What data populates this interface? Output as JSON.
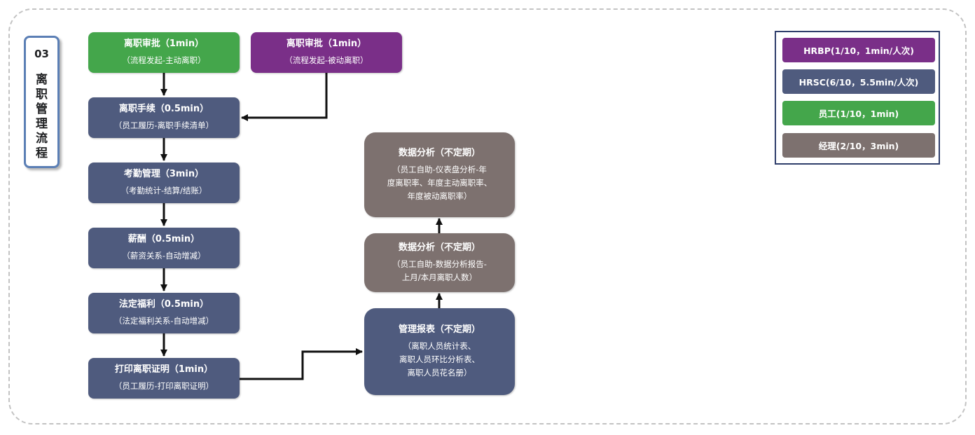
{
  "title_card": {
    "number": "03",
    "text": "离职管理流程"
  },
  "nodes": {
    "resign_initiated": {
      "title": "离职审批（1min）",
      "subtitle": "（流程发起-主动离职）"
    },
    "resign_passive": {
      "title": "离职审批（1min）",
      "subtitle": "（流程发起-被动离职）"
    },
    "procedures": {
      "title": "离职手续（0.5min）",
      "subtitle": "（员工履历-离职手续清单）"
    },
    "attendance": {
      "title": "考勤管理（3min）",
      "subtitle": "（考勤统计-结算/结账）"
    },
    "salary": {
      "title": "薪酬（0.5min）",
      "subtitle": "（薪资关系-自动增减）"
    },
    "welfare": {
      "title": "法定福利（0.5min）",
      "subtitle": "（法定福利关系-自动增减）"
    },
    "certificate": {
      "title": "打印离职证明（1min）",
      "subtitle": "（员工履历-打印离职证明）"
    },
    "report": {
      "title": "管理报表（不定期）",
      "lines": [
        "（离职人员统计表、",
        "离职人员环比分析表、",
        "离职人员花名册）"
      ]
    },
    "analysis_report": {
      "title": "数据分析（不定期）",
      "lines": [
        "（员工自助-数据分析报告-",
        "上月/本月离职人数）"
      ]
    },
    "analysis_dashboard": {
      "title": "数据分析（不定期）",
      "lines": [
        "（员工自助-仪表盘分析-年",
        "度离职率、年度主动离职率、",
        "年度被动离职率）"
      ]
    }
  },
  "legend": {
    "items": [
      {
        "label": "HRBP(1/10，1min/人次)",
        "color": "#7a2f88"
      },
      {
        "label": "HRSC(6/10，5.5min/人次)",
        "color": "#4f5b7e"
      },
      {
        "label": "员工(1/10，1min)",
        "color": "#44a64b"
      },
      {
        "label": "经理(2/10，3min)",
        "color": "#7d716f"
      }
    ]
  },
  "colors": {
    "border_dash": "#c3c3c3",
    "title_card_border": "#5b7fb5",
    "legend_border": "#2f3e6b",
    "connector": "#111111"
  }
}
